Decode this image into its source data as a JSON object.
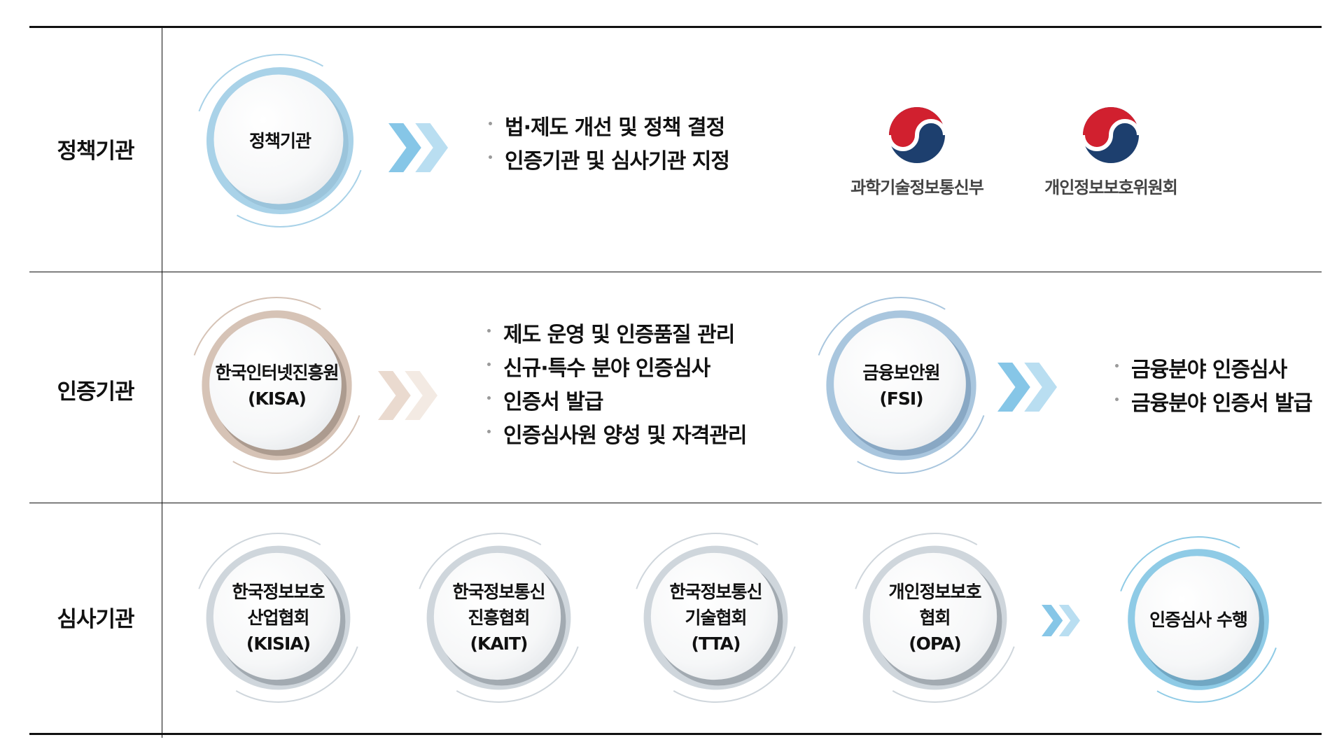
{
  "rows": [
    {
      "label": "정책기관"
    },
    {
      "label": "인증기관"
    },
    {
      "label": "심사기관"
    }
  ],
  "policy": {
    "circle": {
      "lines": [
        "정책기관"
      ]
    },
    "bullets": [
      "법·제도 개선 및 정책 결정",
      "인증기관 및 심사기관 지정"
    ],
    "emblems": [
      {
        "name": "과학기술정보통신부"
      },
      {
        "name": "개인정보보호위원회"
      }
    ]
  },
  "certification": {
    "kisa": {
      "lines": [
        "한국인터넷진흥원",
        "(KISA)"
      ]
    },
    "kisa_bullets": [
      "제도 운영 및 인증품질 관리",
      "신규·특수 분야 인증심사",
      "인증서 발급",
      "인증심사원 양성 및 자격관리"
    ],
    "fsi": {
      "lines": [
        "금융보안원",
        "(FSI)"
      ]
    },
    "fsi_bullets": [
      "금융분야 인증심사",
      "금융분야 인증서 발급"
    ]
  },
  "audit": {
    "orgs": [
      {
        "lines": [
          "한국정보보호",
          "산업협회",
          "(KISIA)"
        ]
      },
      {
        "lines": [
          "한국정보통신",
          "진흥협회",
          "(KAIT)"
        ]
      },
      {
        "lines": [
          "한국정보통신",
          "기술협회",
          "(TTA)"
        ]
      },
      {
        "lines": [
          "개인정보보호",
          "협회",
          "(OPA)"
        ]
      }
    ],
    "result": {
      "lines": [
        "인증심사 수행"
      ]
    }
  },
  "colors": {
    "policy_ring": "#a9d2e8",
    "kisa_ring": "#d6c3b6",
    "fsi_ring": "#a9c6de",
    "audit_ring": "#cfd6dc",
    "result_ring": "#8fcbe6",
    "chevron_blue": "#7fc3e6",
    "chevron_beige": "#e9d8cc",
    "emblem_blue": "#1d3f6e",
    "emblem_red": "#d1202f"
  }
}
